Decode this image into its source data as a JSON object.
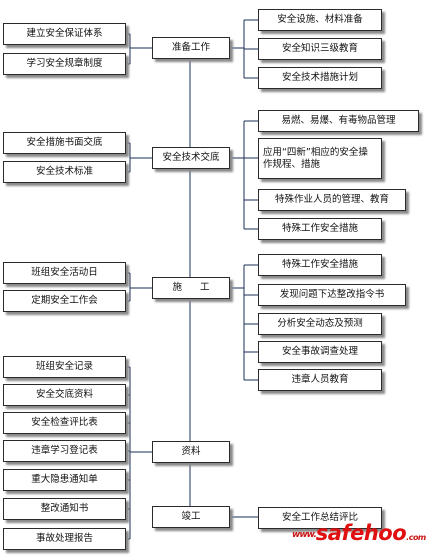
{
  "diagram": {
    "categories": {
      "preparation": "准备工作",
      "tech_briefing": "安全技术交底",
      "construction": "施工",
      "materials": "资料",
      "completion": "竣工"
    },
    "left_items": {
      "preparation": [
        "建立安全保证体系",
        "学习安全规章制度"
      ],
      "tech_briefing": [
        "安全措施书面交底",
        "安全技术标准"
      ],
      "construction": [
        "班组安全活动日",
        "定期安全工作会"
      ],
      "materials": [
        "班组安全记录",
        "安全交底资料",
        "安全检查评比表",
        "违章学习登记表",
        "重大隐患通知单",
        "整改通知书",
        "事故处理报告"
      ]
    },
    "right_items": {
      "preparation": [
        "安全设施、材料准备",
        "安全知识三级教育",
        "安全技术措施计划"
      ],
      "tech_briefing": [
        "易燃、易爆、有毒物品管理",
        "应用“四新”相应的安全操作规程、措施",
        "特殊作业人员的管理、教育",
        "特殊工作安全措施"
      ],
      "construction": [
        "特殊工作安全措施",
        "发现问题下达整改指令书",
        "分析安全动态及预测",
        "安全事故调查处理",
        "违章人员教育"
      ],
      "completion": [
        "安全工作总结评比"
      ]
    },
    "watermark": {
      "prefix": "www.",
      "main": "safehoo",
      "suffix": ".com"
    },
    "colors": {
      "line": "#1a2f5a",
      "watermark": "#e01010"
    }
  }
}
